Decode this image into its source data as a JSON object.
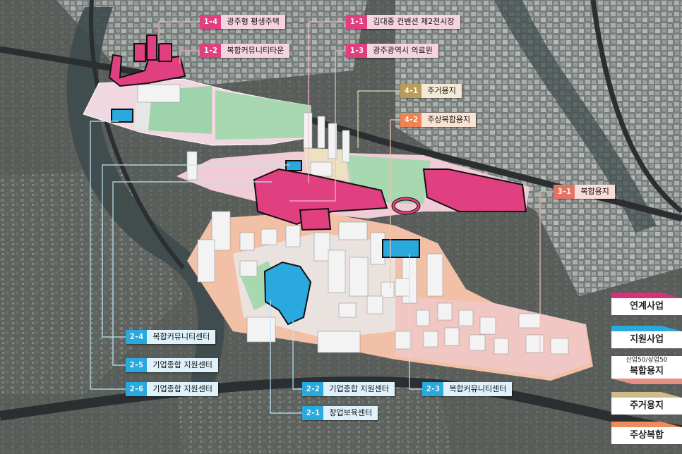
{
  "labels": {
    "l1_4": {
      "code": "1-4",
      "text": "광주형 평생주택"
    },
    "l1_2": {
      "code": "1-2",
      "text": "복합커뮤니티타운"
    },
    "l1_1": {
      "code": "1-1",
      "text": "김대중 컨벤션 제2전시장"
    },
    "l1_3": {
      "code": "1-3",
      "text": "광주광역시 의료원"
    },
    "l4_1": {
      "code": "4-1",
      "text": "주거용지"
    },
    "l4_2": {
      "code": "4-2",
      "text": "주상복합용지"
    },
    "l3_1": {
      "code": "3-1",
      "text": "복합용지"
    },
    "l2_4": {
      "code": "2-4",
      "text": "복합커뮤니티센터"
    },
    "l2_5": {
      "code": "2-5",
      "text": "기업종합 지원센터"
    },
    "l2_6": {
      "code": "2-6",
      "text": "기업종합 지원센터"
    },
    "l2_2": {
      "code": "2-2",
      "text": "기업종합 지원센터"
    },
    "l2_3": {
      "code": "2-3",
      "text": "복합커뮤니티센터"
    },
    "l2_1": {
      "code": "2-1",
      "text": "창업보육센터"
    }
  },
  "legend": {
    "items": [
      {
        "label": "연계사업",
        "color": "#d9307a"
      },
      {
        "label": "지원사업",
        "color": "#2aa9de"
      },
      {
        "sub": "산업50/상업50",
        "label": "복합용지",
        "color": "#e88f86"
      },
      {
        "label": "주거용지",
        "color": "#cdbb8c"
      },
      {
        "label": "주상복합",
        "color": "#ef8b5d"
      }
    ]
  },
  "colors": {
    "pink": "#e0407f",
    "blue": "#2aa9de",
    "tan": "#b99c55",
    "orange": "#ee8452",
    "coral": "#e27466",
    "greenfield": "#a8d8b0"
  }
}
